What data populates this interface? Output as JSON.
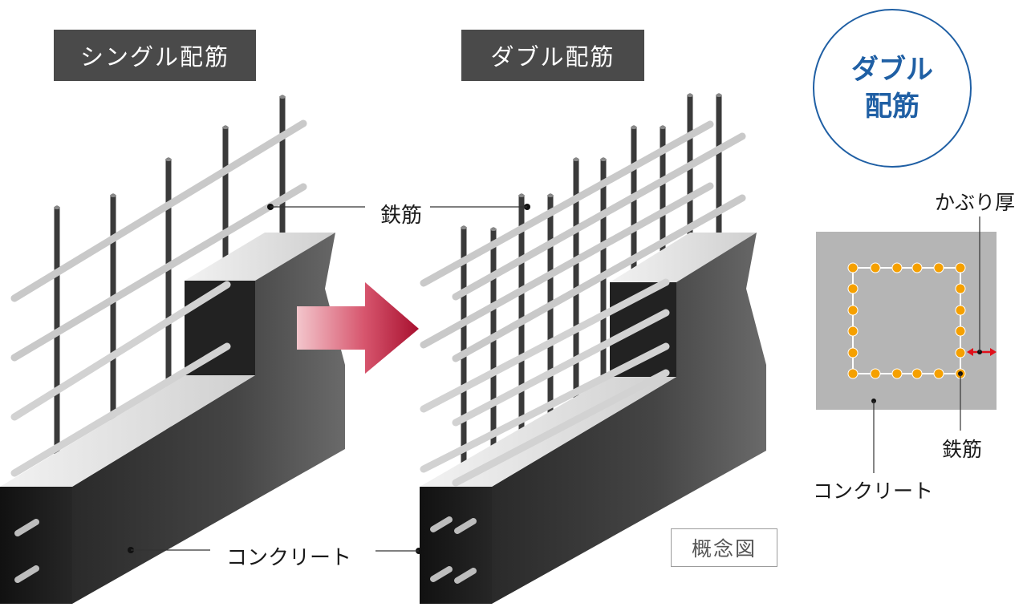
{
  "titles": {
    "single": "シングル配筋",
    "double": "ダブル配筋"
  },
  "badge": {
    "line1": "ダブル",
    "line2": "配筋"
  },
  "labels": {
    "rebar": "鉄筋",
    "concrete": "コンクリート",
    "cover": "かぶり厚",
    "rebar_section": "鉄筋",
    "concrete_section": "コンクリート",
    "concept": "概念図"
  },
  "colors": {
    "title_bg": "#4a4a4a",
    "badge_blue": "#1f5fa4",
    "concrete_dark": "#2b2b2b",
    "section_gray": "#b5b5b5",
    "rebar_dot": "#f5a000",
    "cover_arrow": "#e0101a",
    "transition_arrow": "#b8183a"
  }
}
